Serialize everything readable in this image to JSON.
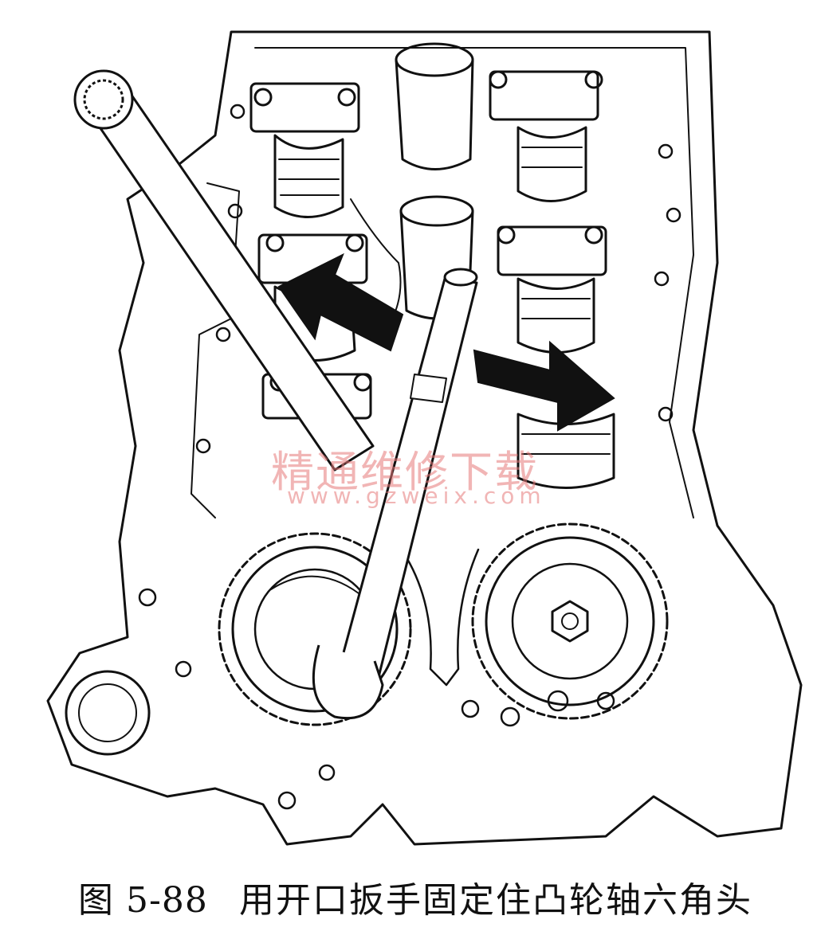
{
  "figure": {
    "label": "图 5-88",
    "caption": "用开口扳手固定住凸轮轴六角头"
  },
  "watermark": {
    "text": "精通维修下载",
    "url": "www.gzweix.com"
  }
}
